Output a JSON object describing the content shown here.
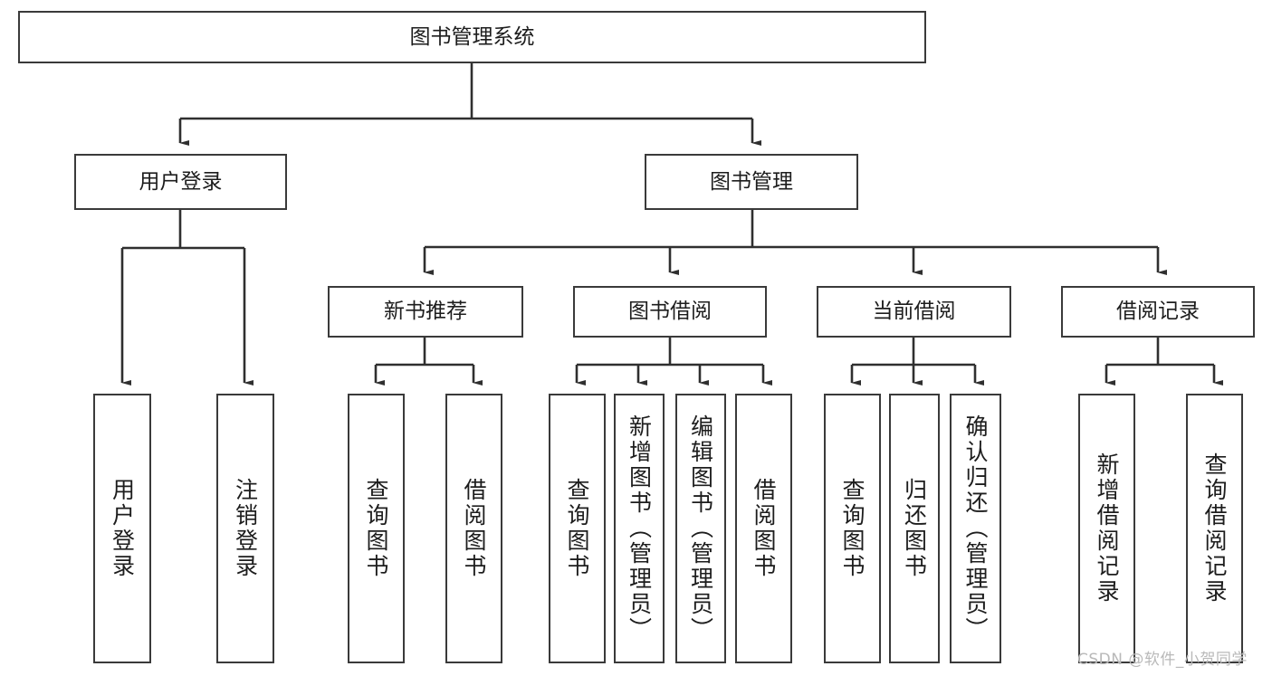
{
  "diagram": {
    "title": "图书管理系统",
    "watermark": "CSDN @软件_小贺同学",
    "colors": {
      "box_border": "#3a3a3a",
      "box_fill": "#ffffff",
      "connector": "#2f2f2f",
      "text": "#1d1d1d",
      "watermark": "#b9b9b9"
    },
    "levels": {
      "root": {
        "label": "图书管理系统"
      },
      "level2": [
        {
          "id": "user-login",
          "label": "用户登录"
        },
        {
          "id": "book-management",
          "label": "图书管理"
        }
      ],
      "level3": [
        {
          "id": "new-book-recommend",
          "label": "新书推荐"
        },
        {
          "id": "book-borrow",
          "label": "图书借阅"
        },
        {
          "id": "current-borrow",
          "label": "当前借阅"
        },
        {
          "id": "borrow-record",
          "label": "借阅记录"
        }
      ],
      "leaves": [
        {
          "id": "leaf-user-login",
          "label": "用户登录",
          "parent": "user-login"
        },
        {
          "id": "leaf-logout-login",
          "label": "注销登录",
          "parent": "user-login"
        },
        {
          "id": "leaf-query-book-1",
          "label": "查询图书",
          "parent": "new-book-recommend"
        },
        {
          "id": "leaf-borrow-book-1",
          "label": "借阅图书",
          "parent": "new-book-recommend"
        },
        {
          "id": "leaf-query-book-2",
          "label": "查询图书",
          "parent": "book-borrow"
        },
        {
          "id": "leaf-add-book",
          "label": "新增图书（管理员）",
          "parent": "book-borrow"
        },
        {
          "id": "leaf-edit-book",
          "label": "编辑图书（管理员）",
          "parent": "book-borrow"
        },
        {
          "id": "leaf-borrow-book-2",
          "label": "借阅图书",
          "parent": "book-borrow"
        },
        {
          "id": "leaf-query-book-3",
          "label": "查询图书",
          "parent": "current-borrow"
        },
        {
          "id": "leaf-return-book",
          "label": "归还图书",
          "parent": "current-borrow"
        },
        {
          "id": "leaf-confirm-return",
          "label": "确认归还（管理员）",
          "parent": "current-borrow"
        },
        {
          "id": "leaf-add-record",
          "label": "新增借阅记录",
          "parent": "borrow-record"
        },
        {
          "id": "leaf-query-record",
          "label": "查询借阅记录",
          "parent": "borrow-record"
        }
      ]
    }
  }
}
